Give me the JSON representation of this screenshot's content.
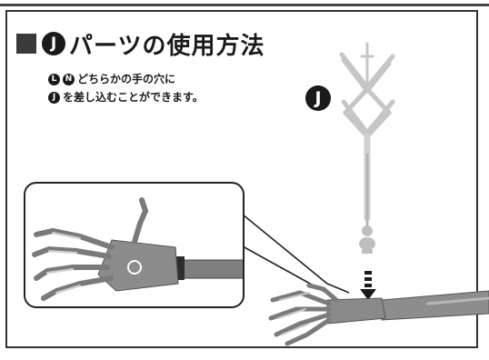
{
  "section": {
    "title_badge": "J",
    "title": "パーツの使用方法",
    "instructions": {
      "line1_badge_a": "L",
      "line1_badge_b": "N",
      "line1_text": "どちらかの手の穴に",
      "line2_badge": "J",
      "line2_text": "を差し込むことができます。"
    },
    "part_label": "J"
  },
  "colors": {
    "frame": "#333333",
    "badge": "#1a1a1a",
    "bone_main": "#8c8c8c",
    "bone_light": "#c9c9c9",
    "part_j": "#bfc2c4"
  },
  "icons": {
    "insert_arrow": "dashed-down-arrow-icon",
    "hole_marker": "circle-marker-icon"
  }
}
